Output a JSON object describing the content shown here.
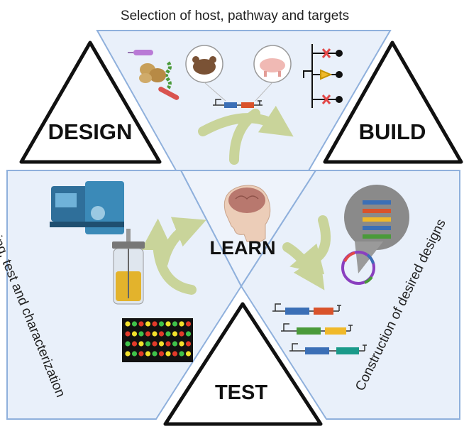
{
  "title": "Selection of host, pathway and targets",
  "labels": {
    "design": "DESIGN",
    "build": "BUILD",
    "learn": "LEARN",
    "test": "TEST"
  },
  "captions": {
    "left": "Screening, test and characterization",
    "right": "Construction of desired designs"
  },
  "colors": {
    "panel_fill": "#e9f0fa",
    "panel_stroke": "#8fb0dc",
    "arrow": "#c9d49a",
    "brain": "#b8786e",
    "face": "#eccdb8"
  },
  "icons": [
    "microbe-icon",
    "potato-icon",
    "mouse-icon",
    "pig-icon",
    "gene-circuit-icon",
    "plasmid-icon",
    "mass-spec-icon",
    "bioreactor-icon",
    "microarray-icon",
    "human-head-icon"
  ],
  "microarray": {
    "rows": 4,
    "cols": 10,
    "pattern": [
      "y",
      "g",
      "r",
      "y",
      "r",
      "g",
      "y",
      "g",
      "y",
      "r",
      "r",
      "y",
      "g",
      "r",
      "y",
      "r",
      "g",
      "y",
      "r",
      "g",
      "g",
      "r",
      "y",
      "g",
      "r",
      "y",
      "r",
      "g",
      "y",
      "r",
      "y",
      "g",
      "r",
      "y",
      "g",
      "r",
      "y",
      "r",
      "g",
      "y"
    ]
  }
}
